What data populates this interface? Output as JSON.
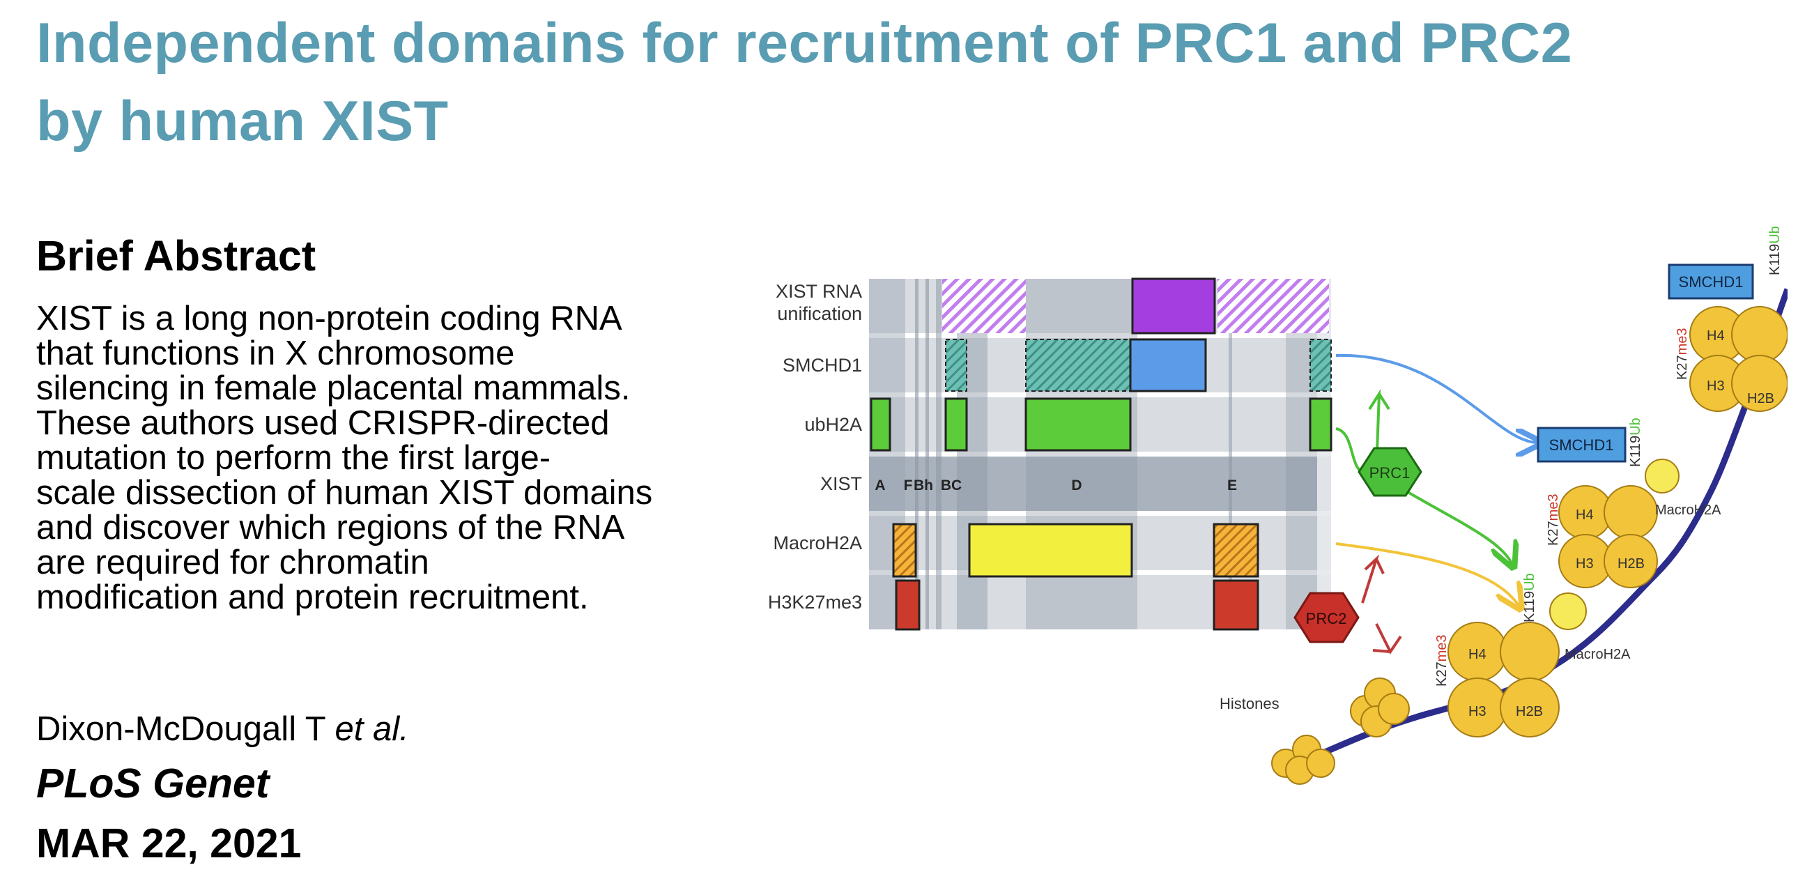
{
  "slide": {
    "title_lines": [
      "Independent domains for recruitment of PRC1 and PRC2",
      "by human XIST"
    ],
    "abstract_heading": "Brief Abstract",
    "abstract_lines": [
      "XIST is a long non-protein coding RNA",
      "that functions in X chromosome",
      "silencing in female placental mammals.",
      "These authors used CRISPR-directed",
      "mutation to perform the first large-",
      "scale dissection of human XIST domains",
      "and discover which regions of the RNA",
      "are required for chromatin",
      "modification and protein recruitment."
    ],
    "author": "Dixon-McDougall T",
    "author_suffix": "et al.",
    "journal": "PLoS Genet",
    "date": "MAR 22, 2021"
  },
  "figure": {
    "row_labels": {
      "rna_1": "XIST RNA",
      "rna_2": "unification",
      "smchd1": "SMCHD1",
      "ubh2a": "ubH2A",
      "xist": "XIST",
      "macroh2a": "MacroH2A",
      "h3k27me3": "H3K27me3"
    },
    "domain_labels": [
      "A",
      "F",
      "Bh",
      "BC",
      "D",
      "E"
    ],
    "prc1": "PRC1",
    "prc2": "PRC2",
    "smchd1_box": "SMCHD1",
    "histones": "Histones",
    "macroh2a": "MacroH2A",
    "h2b": "H2B",
    "h3": "H3",
    "h4": "H4",
    "k119": "K119",
    "ub": "Ub",
    "k27": "K27",
    "me3": "me3",
    "colors": {
      "title": "#5a9db3",
      "purple": "#a43ee0",
      "hatch_purple": "#c27ef0",
      "blue": "#5b9be8",
      "teal": "#58b3a8",
      "green": "#5ccc3a",
      "yellow": "#f2ef3f",
      "orange": "#f2a52a",
      "red": "#cc3a2c",
      "histone": "#f2c43a",
      "dna": "#2c2c8c"
    }
  }
}
